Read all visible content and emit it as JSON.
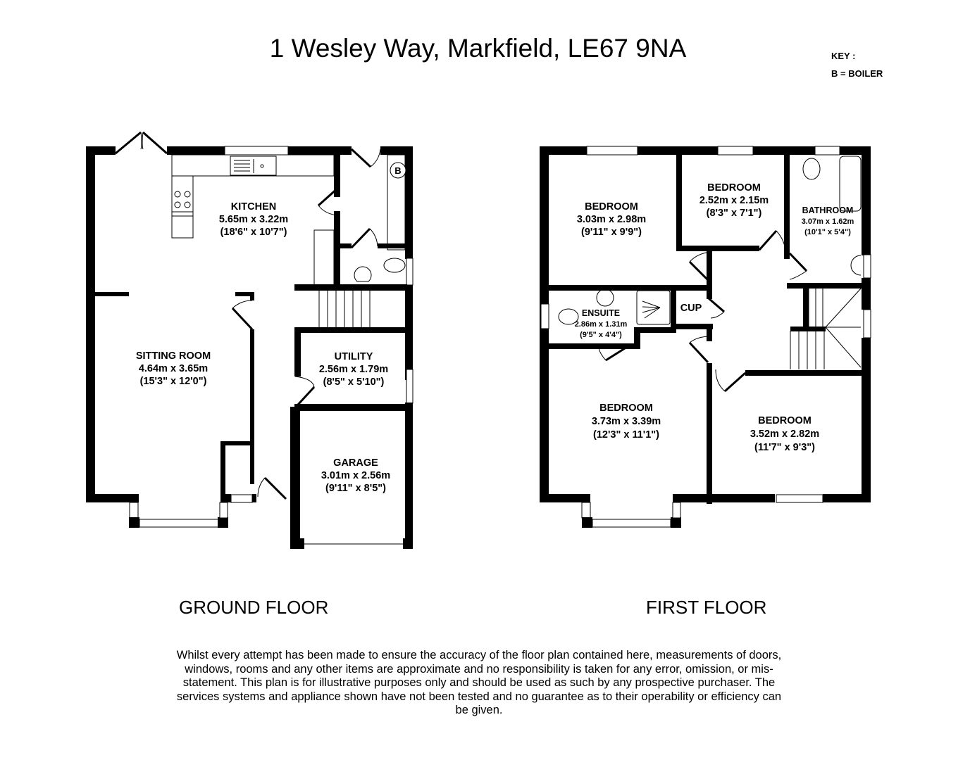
{
  "title": "1 Wesley Way, Markfield, LE67 9NA",
  "key": {
    "heading": "KEY :",
    "items": [
      "B = BOILER"
    ],
    "boiler_symbol": "B"
  },
  "floors": [
    {
      "name": "GROUND FLOOR",
      "rooms": [
        {
          "name": "KITCHEN",
          "metric": "5.65m x 3.22m",
          "imperial": "(18'6\" x 10'7\")"
        },
        {
          "name": "SITTING ROOM",
          "metric": "4.64m x 3.65m",
          "imperial": "(15'3\" x 12'0\")"
        },
        {
          "name": "UTILITY",
          "metric": "2.56m x 1.79m",
          "imperial": "(8'5\" x 5'10\")"
        },
        {
          "name": "GARAGE",
          "metric": "3.01m x 2.56m",
          "imperial": "(9'11\" x 8'5\")"
        }
      ]
    },
    {
      "name": "FIRST FLOOR",
      "rooms": [
        {
          "name": "BEDROOM",
          "metric": "3.03m x 2.98m",
          "imperial": "(9'11\" x 9'9\")"
        },
        {
          "name": "BEDROOM",
          "metric": "2.52m x 2.15m",
          "imperial": "(8'3\" x 7'1\")"
        },
        {
          "name": "BATHROOM",
          "metric": "3.07m x 1.62m",
          "imperial": "(10'1\" x 5'4\")"
        },
        {
          "name": "ENSUITE",
          "metric": "2.86m x 1.31m",
          "imperial": "(9'5\" x 4'4\")"
        },
        {
          "name": "CUP",
          "metric": "",
          "imperial": ""
        },
        {
          "name": "BEDROOM",
          "metric": "3.73m x 3.39m",
          "imperial": "(12'3\" x 11'1\")"
        },
        {
          "name": "BEDROOM",
          "metric": "3.52m x 2.82m",
          "imperial": "(11'7\" x 9'3\")"
        }
      ]
    }
  ],
  "disclaimer": "Whilst every attempt has been made to ensure the accuracy of the floor plan contained here, measurements of doors, windows, rooms and any other items are approximate and no responsibility is taken for any error, omission, or mis-statement. This plan is for illustrative purposes only and should be used as such by any prospective purchaser. The services systems and appliance shown have not been tested and no guarantee as to their operability or efficiency can be given."
}
